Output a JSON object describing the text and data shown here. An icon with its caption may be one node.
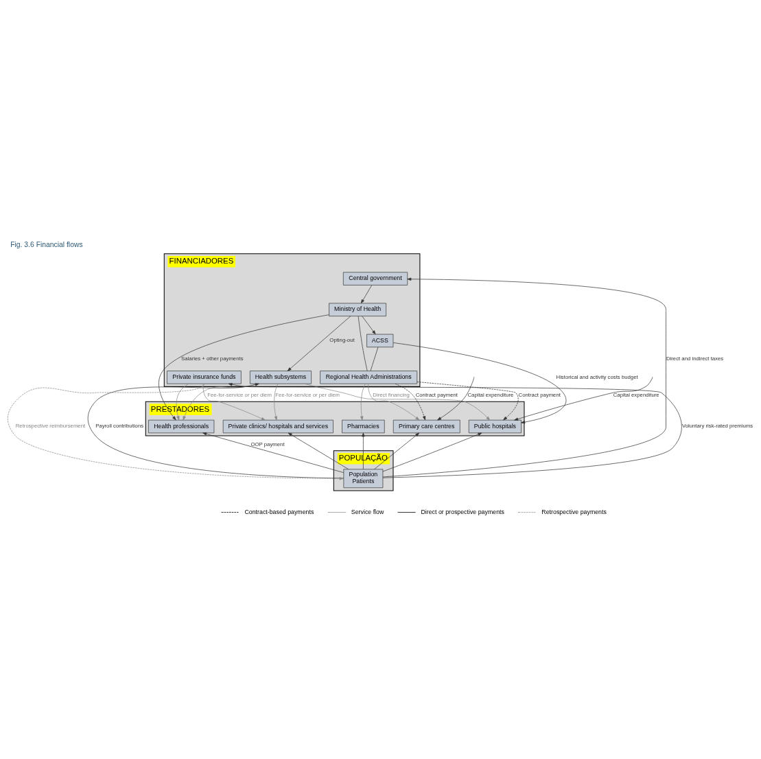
{
  "diagram": {
    "title": "Fig. 3.6 Financial flows",
    "nodes": [
      {
        "text": [
          "FINANCIADORES"
        ]
      },
      {
        "text": [
          "Central government"
        ],
        "in": 0
      },
      {
        "text": [
          "Ministry of Health"
        ],
        "in": 0
      },
      {
        "text": [
          "ACSS"
        ],
        "in": 0
      },
      {
        "text": [
          "Health subsystems"
        ],
        "in": 0
      },
      {
        "text": [
          "Regional Health Administrations"
        ],
        "in": 0
      },
      {
        "text": [
          "Private insurance funds"
        ],
        "in": 0
      },
      {
        "text": [
          "PRESTADORES"
        ]
      },
      {
        "text": [
          "Private clinics/ hospitals and services"
        ],
        "in": 7
      },
      {
        "text": [
          "Pharmacies"
        ],
        "in": 7
      },
      {
        "text": [
          "Health professionals"
        ],
        "in": 7
      },
      {
        "text": [
          "Primary care centres"
        ],
        "in": 7
      },
      {
        "text": [
          "Public hospitals"
        ],
        "in": 7
      },
      {
        "text": [
          "POPULAÇÃO"
        ]
      },
      {
        "text": [
          "Population",
          "Patients"
        ],
        "in": 13
      }
    ],
    "edges": [
      {
        "from": 14,
        "to": 1,
        "arrow": "to",
        "label": "Direct and indirect taxes"
      },
      {
        "from": 1,
        "to": 2,
        "arrow": "to"
      },
      {
        "from": 2,
        "to": 3,
        "arrow": "to"
      },
      {
        "from": 2,
        "to": 4,
        "arrow": "to",
        "label": "Opting-out"
      },
      {
        "from": 14,
        "to": 4,
        "arrow": "to",
        "label": "Payroll contributions"
      },
      {
        "from": 14,
        "to": 6,
        "arrow": "to",
        "label": "Voluntary risk-rated premiums"
      },
      {
        "from": 6,
        "to": 14,
        "arrow": "to",
        "label": "Retrospective reimbursement",
        "style": "dashed",
        "color": "#888888"
      },
      {
        "from": 2,
        "to": 5,
        "arrow": "none"
      },
      {
        "from": 3,
        "to": 5,
        "arrow": "none"
      },
      {
        "from": 4,
        "to": 8,
        "arrow": "to",
        "label": "Fee-for-service or per diem",
        "color": "#888888"
      },
      {
        "from": 4,
        "to": 10,
        "arrow": "to",
        "color": "#888888"
      },
      {
        "from": 4,
        "to": 12,
        "arrow": "to",
        "color": "#888888"
      },
      {
        "from": 6,
        "to": 8,
        "arrow": "to",
        "label": "Fee-for-service or per diem",
        "color": "#888888"
      },
      {
        "from": 6,
        "to": 10,
        "arrow": "to",
        "color": "#888888"
      },
      {
        "from": 5,
        "to": 9,
        "arrow": "to",
        "color": "#888888"
      },
      {
        "from": 5,
        "to": 11,
        "arrow": "to",
        "label": "Direct financing",
        "color": "#888888"
      },
      {
        "from": 5,
        "to": 11,
        "arrow": "to",
        "label": "Contract payment",
        "style": "dashed"
      },
      {
        "from": 5,
        "to": 12,
        "arrow": "to",
        "label": "Contract payment",
        "style": "dashed"
      },
      {
        "from": 3,
        "to": 12,
        "arrow": "to",
        "label": "Historical and activity costs budget"
      },
      {
        "from": 2,
        "to": 10,
        "arrow": "to",
        "label": "Salaries + other payments"
      },
      {
        "from": null,
        "to": 11,
        "arrow": "to",
        "label": "Capital expenditure"
      },
      {
        "from": null,
        "to": 12,
        "arrow": "to",
        "label": "Capital expenditure"
      },
      {
        "from": 14,
        "to": 8,
        "arrow": "to"
      },
      {
        "from": 14,
        "to": 9,
        "arrow": "to"
      },
      {
        "from": 14,
        "to": 10,
        "arrow": "to",
        "label": "OOP payment"
      },
      {
        "from": 14,
        "to": 11,
        "arrow": "to"
      },
      {
        "from": 14,
        "to": 12,
        "arrow": "to"
      }
    ],
    "legend": [
      {
        "text": "Contract-based payments"
      },
      {
        "text": "Service flow"
      },
      {
        "text": "Direct or prospective payments"
      },
      {
        "text": "Retrospective payments"
      }
    ]
  }
}
